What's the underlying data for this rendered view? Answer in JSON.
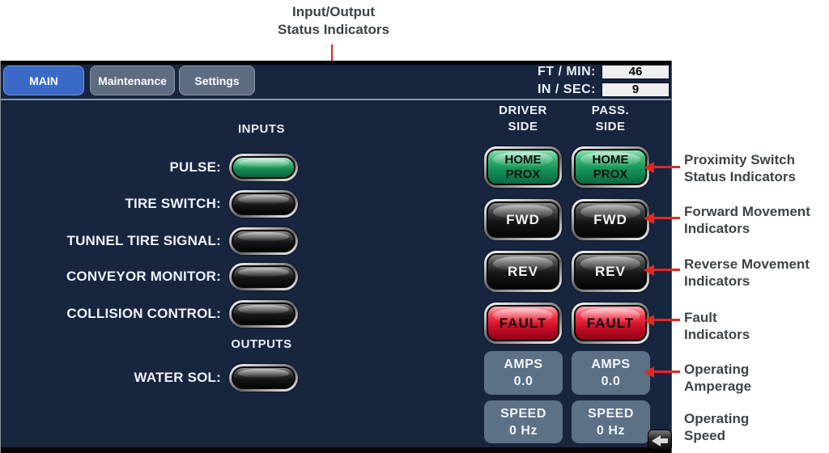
{
  "annotations": {
    "io_label": {
      "line1": "Input/Output",
      "line2": "Status Indicators"
    },
    "right": [
      {
        "line1": "Proximity Switch",
        "line2": "Status Indicators"
      },
      {
        "line1": "Forward Movement",
        "line2": "Indicators"
      },
      {
        "line1": "Reverse Movement",
        "line2": "Indicators"
      },
      {
        "line1": "Fault",
        "line2": "Indicators"
      },
      {
        "line1": "Operating",
        "line2": "Amperage"
      },
      {
        "line1": "Operating",
        "line2": "Speed"
      }
    ]
  },
  "header": {
    "tabs": [
      {
        "label": "MAIN",
        "state": "active"
      },
      {
        "label": "Maintenance",
        "state": "inactive"
      },
      {
        "label": "Settings",
        "state": "inactive"
      }
    ],
    "readouts": [
      {
        "label": "FT / MIN:",
        "value": "46"
      },
      {
        "label": "IN / SEC:",
        "value": "9"
      }
    ]
  },
  "io": {
    "inputs_header": "INPUTS",
    "inputs": [
      {
        "label": "PULSE:",
        "state": "on"
      },
      {
        "label": "TIRE SWITCH:",
        "state": "off"
      },
      {
        "label": "TUNNEL TIRE SIGNAL:",
        "state": "off"
      },
      {
        "label": "CONVEYOR MONITOR:",
        "state": "off"
      },
      {
        "label": "COLLISION CONTROL:",
        "state": "off"
      }
    ],
    "outputs_header": "OUTPUTS",
    "outputs": [
      {
        "label": "WATER SOL:",
        "state": "off"
      }
    ]
  },
  "sides": {
    "driver_header": {
      "line1": "DRIVER",
      "line2": "SIDE"
    },
    "pass_header": {
      "line1": "PASS.",
      "line2": "SIDE"
    },
    "rows": [
      {
        "driver": "HOME PROX",
        "pass": "HOME PROX",
        "style": "green"
      },
      {
        "driver": "FWD",
        "pass": "FWD",
        "style": "dark"
      },
      {
        "driver": "REV",
        "pass": "REV",
        "style": "dark"
      },
      {
        "driver": "FAULT",
        "pass": "FAULT",
        "style": "red"
      }
    ],
    "readouts": [
      {
        "title": "AMPS",
        "driver_value": "0.0",
        "pass_value": "0.0"
      },
      {
        "title": "SPEED",
        "driver_value": "0 Hz",
        "pass_value": "0 Hz"
      }
    ]
  },
  "colors": {
    "panel_navy": "#18253f",
    "tab_active_blue": "#3b69c7",
    "tab_inactive_slate": "#5d6c81",
    "indicator_green": "#2fae67",
    "indicator_red": "#d8112e",
    "readout_slate": "#5c7086",
    "annotation_red": "#e02a20",
    "annotation_text": "#3f4346"
  }
}
